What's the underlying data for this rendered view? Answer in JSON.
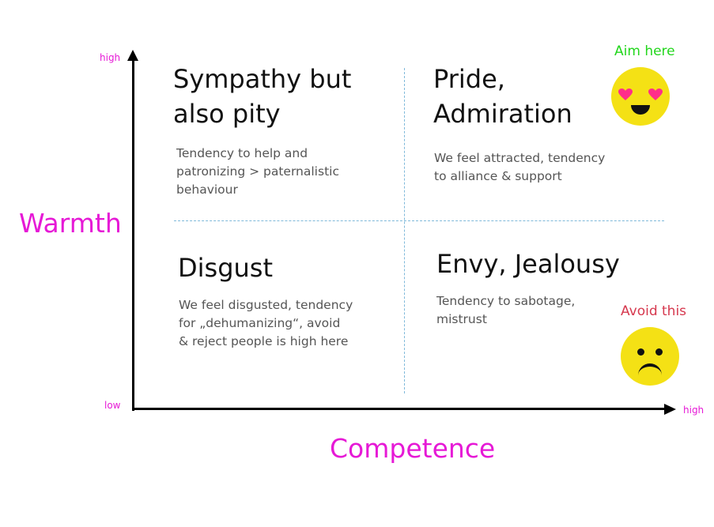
{
  "axes": {
    "y_high": "high",
    "y_low": "low",
    "x_high": "high",
    "y_title": "Warmth",
    "x_title": "Competence"
  },
  "quadrants": {
    "top_left": {
      "title": "Sympathy but\nalso pity",
      "desc": "Tendency to help and\npatronizing > paternalistic\nbehaviour"
    },
    "top_right": {
      "title": "Pride,\nAdmiration",
      "desc": "We feel attracted, tendency\nto alliance & support"
    },
    "bottom_left": {
      "title": "Disgust",
      "desc": "We feel disgusted, tendency\nfor „dehumanizing“, avoid\n& reject people is high here"
    },
    "bottom_right": {
      "title": "Envy, Jealousy",
      "desc": "Tendency to sabotage,\nmistrust"
    }
  },
  "callouts": {
    "good": "Aim here",
    "bad": "Avoid this"
  },
  "icons": {
    "good": "heart-eyes-emoji-icon",
    "bad": "frowning-emoji-icon"
  },
  "colors": {
    "axis_label": "#e619d6",
    "good": "#22d61c",
    "bad": "#d6384e",
    "divider": "#7fb9da",
    "emoji": "#f4e115",
    "heart": "#ff2d8a"
  }
}
